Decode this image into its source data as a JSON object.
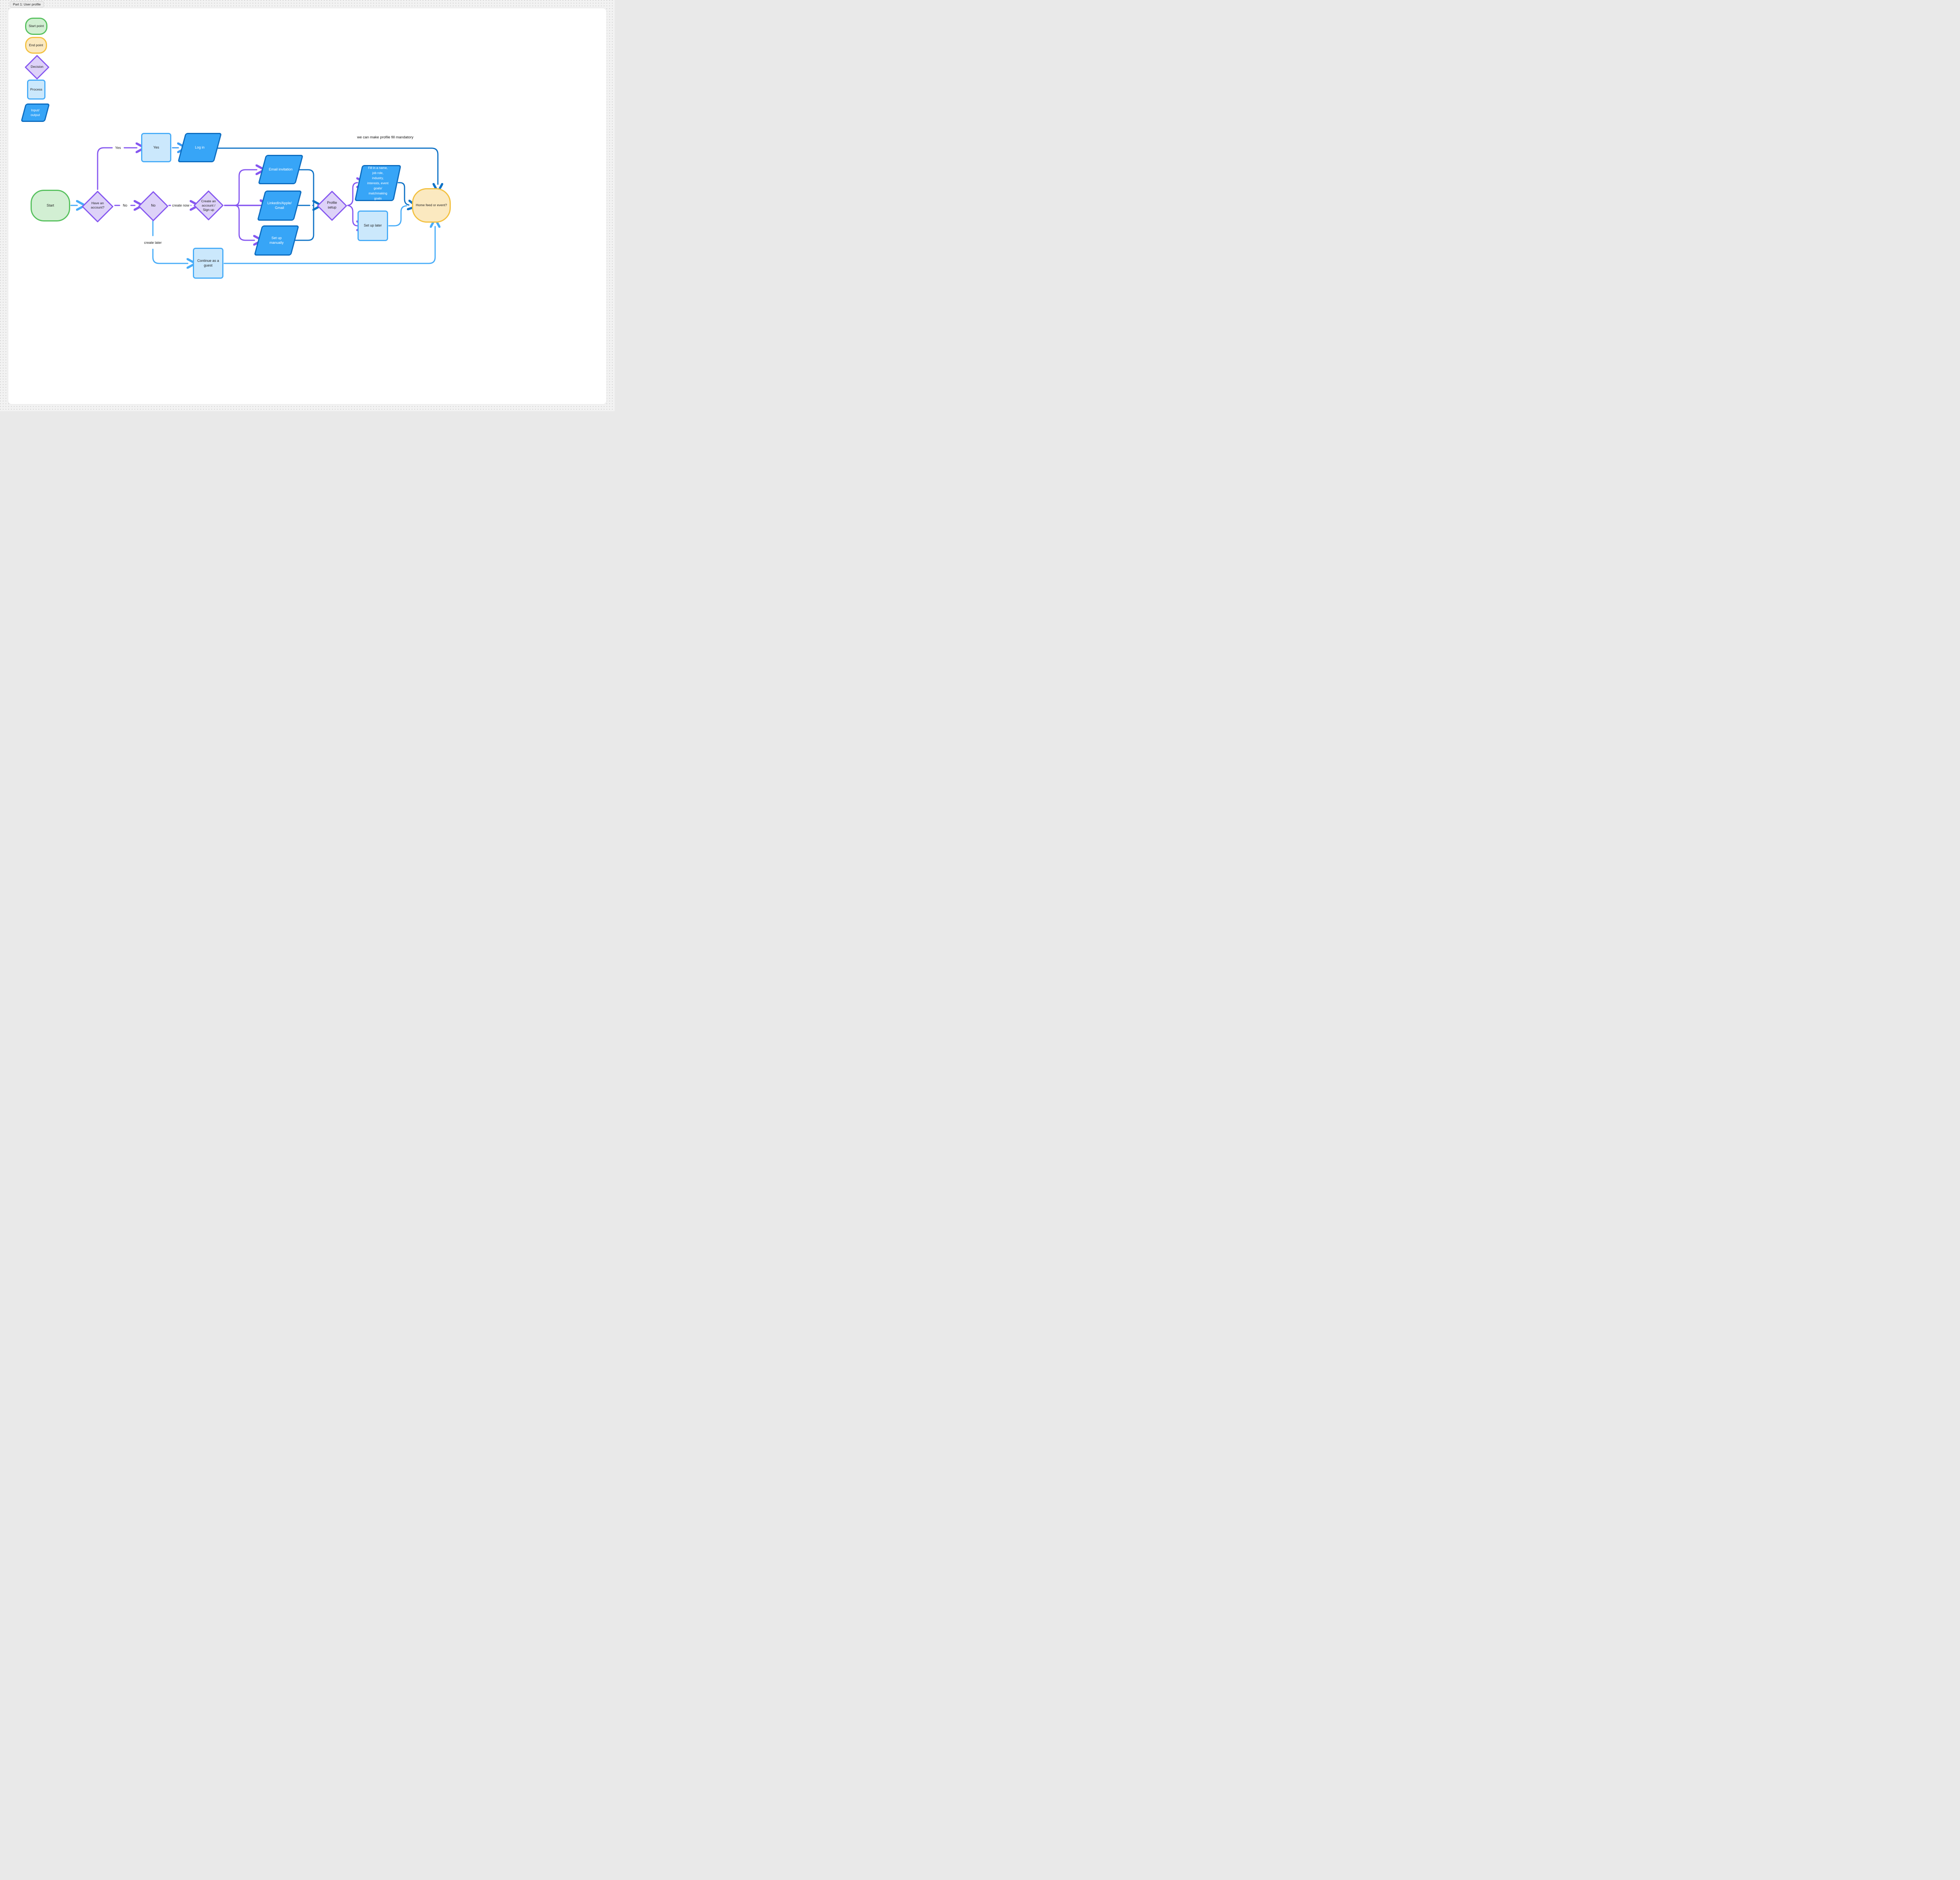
{
  "canvas": {
    "tab_label": "Part 1: User profile"
  },
  "annotation": "we can make profile fill mandatory",
  "legend": [
    {
      "label": "Start point",
      "shape": "terminator",
      "fill": "#D2EFD3",
      "stroke": "#57C15E"
    },
    {
      "label": "End point",
      "shape": "terminator",
      "fill": "#FBE9C0",
      "stroke": "#F3C141"
    },
    {
      "label": "Decision",
      "shape": "diamond",
      "fill": "#DDD2F8",
      "stroke": "#8657F0"
    },
    {
      "label": "Process",
      "shape": "rectangle",
      "fill": "#CBE8FC",
      "stroke": "#47ACF8"
    },
    {
      "label": "Input/\noutput",
      "shape": "parallelogram",
      "fill": "#37A5F7",
      "stroke": "#0C6CC0"
    }
  ],
  "nodes": {
    "start": {
      "label": "Start",
      "shape": "terminator"
    },
    "have_account": {
      "label": "Have an\naccount?",
      "shape": "diamond"
    },
    "yes_process": {
      "label": "Yes",
      "shape": "rectangle"
    },
    "login": {
      "label": "Log in",
      "shape": "parallelogram"
    },
    "no_decision": {
      "label": "No",
      "shape": "diamond"
    },
    "create_account": {
      "label": "Create an\naccount /\nSign up",
      "shape": "diamond"
    },
    "email_invitation": {
      "label": "Email invitation",
      "shape": "parallelogram"
    },
    "social_signup": {
      "label": "LinkedIn/Apple/\nGmail",
      "shape": "parallelogram"
    },
    "setup_manually": {
      "label": "Set up\nmanually",
      "shape": "parallelogram"
    },
    "profile_setup": {
      "label": "Profile\nsetup",
      "shape": "diamond"
    },
    "fill_profile": {
      "label": "Fill in a name,\njob role,\nindustry,\ninterests, event\ngoals/\nmatchmaking\ngoals",
      "shape": "parallelogram"
    },
    "setup_later": {
      "label": "Set up later",
      "shape": "rectangle"
    },
    "continue_guest": {
      "label": "Continue as a\nguest",
      "shape": "rectangle"
    },
    "home_feed": {
      "label": "Home feed or event?",
      "shape": "terminator"
    }
  },
  "edge_labels": {
    "yes": "Yes",
    "no": "No",
    "create_now": "create now",
    "create_later": "create later"
  },
  "edges": [
    {
      "from": "start",
      "to": "have_account",
      "color": "#47ACF8"
    },
    {
      "from": "have_account",
      "to": "yes_process",
      "label": "Yes",
      "color": "#8657F0"
    },
    {
      "from": "yes_process",
      "to": "login",
      "color": "#3D9BF5"
    },
    {
      "from": "login",
      "to": "home_feed",
      "color": "#0E72C6"
    },
    {
      "from": "have_account",
      "to": "no_decision",
      "label": "No",
      "color": "#8657F0"
    },
    {
      "from": "no_decision",
      "to": "create_account",
      "label": "create now",
      "color": "#8657F0"
    },
    {
      "from": "create_account",
      "to": "email_invitation",
      "color": "#8657F0"
    },
    {
      "from": "create_account",
      "to": "social_signup",
      "color": "#8657F0"
    },
    {
      "from": "create_account",
      "to": "setup_manually",
      "color": "#8657F0"
    },
    {
      "from": "email_invitation",
      "to": "profile_setup",
      "color": "#0E72C6"
    },
    {
      "from": "social_signup",
      "to": "profile_setup",
      "color": "#0E72C6"
    },
    {
      "from": "setup_manually",
      "to": "profile_setup",
      "color": "#0E72C6"
    },
    {
      "from": "profile_setup",
      "to": "fill_profile",
      "color": "#8657F0"
    },
    {
      "from": "profile_setup",
      "to": "setup_later",
      "color": "#8657F0"
    },
    {
      "from": "fill_profile",
      "to": "home_feed",
      "color": "#0E72C6"
    },
    {
      "from": "setup_later",
      "to": "home_feed",
      "color": "#47ACF8"
    },
    {
      "from": "no_decision",
      "to": "continue_guest",
      "label": "create later",
      "color": "#47ACF8"
    },
    {
      "from": "continue_guest",
      "to": "home_feed",
      "color": "#47ACF8"
    }
  ],
  "colors": {
    "canvas_bg": "#F2F2F2",
    "board_bg": "#FFFFFF",
    "purple": "#8657F0",
    "light_blue": "#47ACF8",
    "medium_blue": "#3D9BF5",
    "dark_blue": "#0E72C6",
    "green_fill": "#D2EFD3",
    "yellow_fill": "#FBE9C0"
  }
}
